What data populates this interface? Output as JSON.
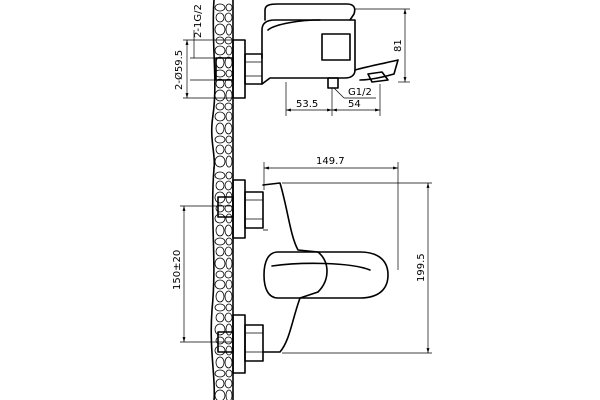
{
  "dimensions": {
    "thread_label": "2-1G/2",
    "diameter_label": "2-Ø59.5",
    "height_top": "81",
    "offset_left": "53.5",
    "spout_length": "54",
    "outlet_thread": "G1/2",
    "body_width": "149.7",
    "center_distance": "150±20",
    "total_height": "199.5"
  }
}
